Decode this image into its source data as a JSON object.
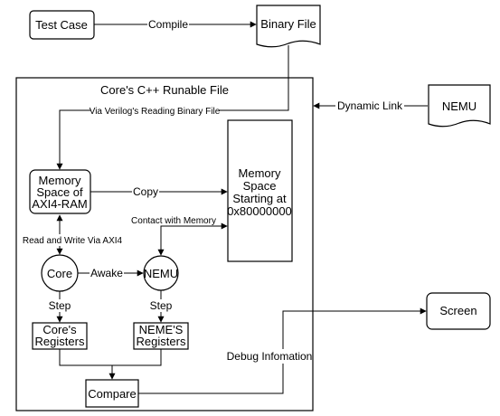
{
  "nodes": {
    "test_case": "Test Case",
    "binary_file": "Binary File",
    "container_title": "Core's C++ Runable File",
    "nemu_doc": "NEMU",
    "memory_axi_lines": [
      "Memory",
      "Space of",
      "AXI4-RAM"
    ],
    "memory_space_lines": [
      "Memory",
      "Space",
      "Starting at",
      "0x80000000"
    ],
    "core": "Core",
    "nemu_circle": "NEMU",
    "core_registers_lines": [
      "Core's",
      "Registers"
    ],
    "neme_registers_lines": [
      "NEME'S",
      "Registers"
    ],
    "compare": "Compare",
    "screen": "Screen"
  },
  "edges": {
    "compile": "Compile",
    "dynamic_link": "Dynamic Link",
    "via_verilog": "Via Verilog's Reading Binary File",
    "copy": "Copy",
    "contact_memory": "Contact with Memory",
    "read_write": "Read and Write Via AXI4",
    "awake": "Awake",
    "step_core": "Step",
    "step_nemu": "Step",
    "debug_info": "Debug Infomation"
  }
}
